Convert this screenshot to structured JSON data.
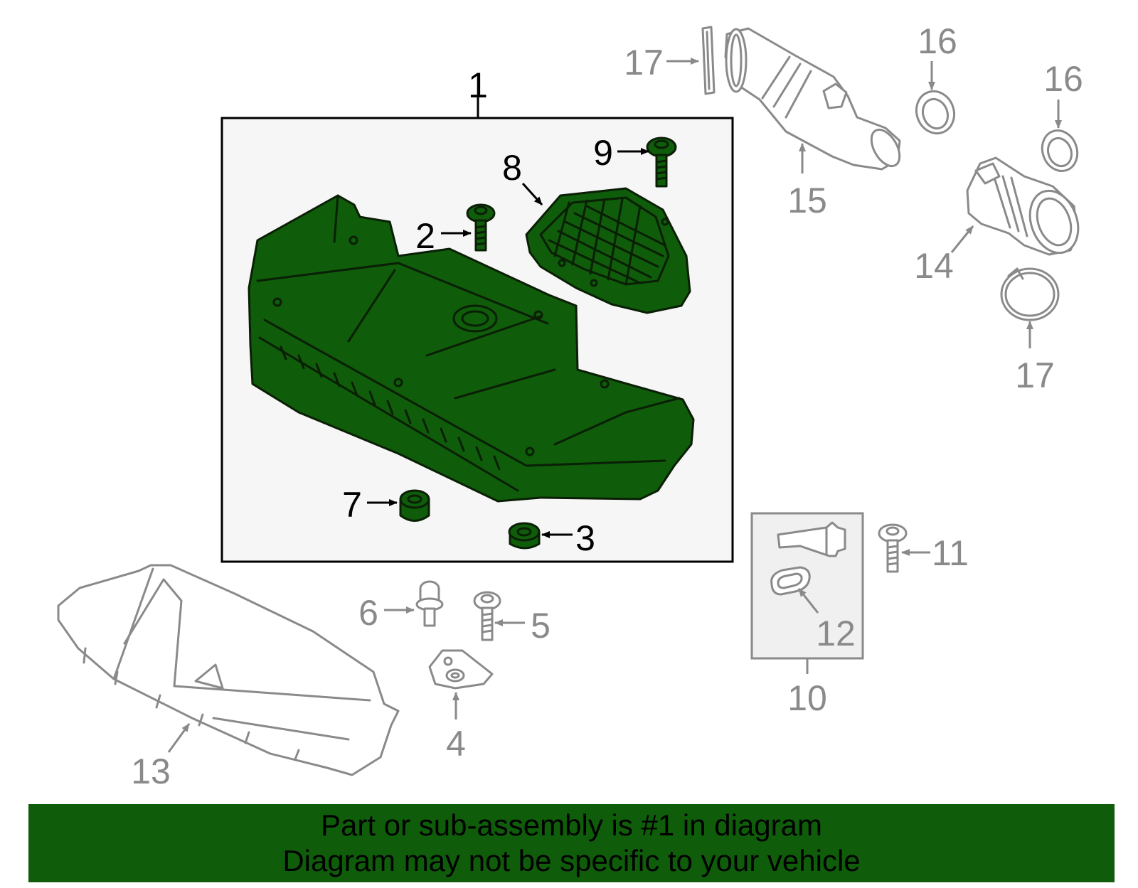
{
  "colors": {
    "highlight_part": "#0f5c0a",
    "other_parts": "#8a8a8a",
    "box_fill": "#f6f6f6",
    "banner_bg": "#0f5c0a"
  },
  "callouts": {
    "c1": "1",
    "c2": "2",
    "c3": "3",
    "c4": "4",
    "c5": "5",
    "c6": "6",
    "c7": "7",
    "c8": "8",
    "c9": "9",
    "c10": "10",
    "c11": "11",
    "c12": "12",
    "c13": "13",
    "c14": "14",
    "c15": "15",
    "c16a": "16",
    "c16b": "16",
    "c17a": "17",
    "c17b": "17"
  },
  "banner": {
    "line1": "Part or sub-assembly is #1 in diagram",
    "line2": "Diagram may not be specific to your vehicle"
  }
}
